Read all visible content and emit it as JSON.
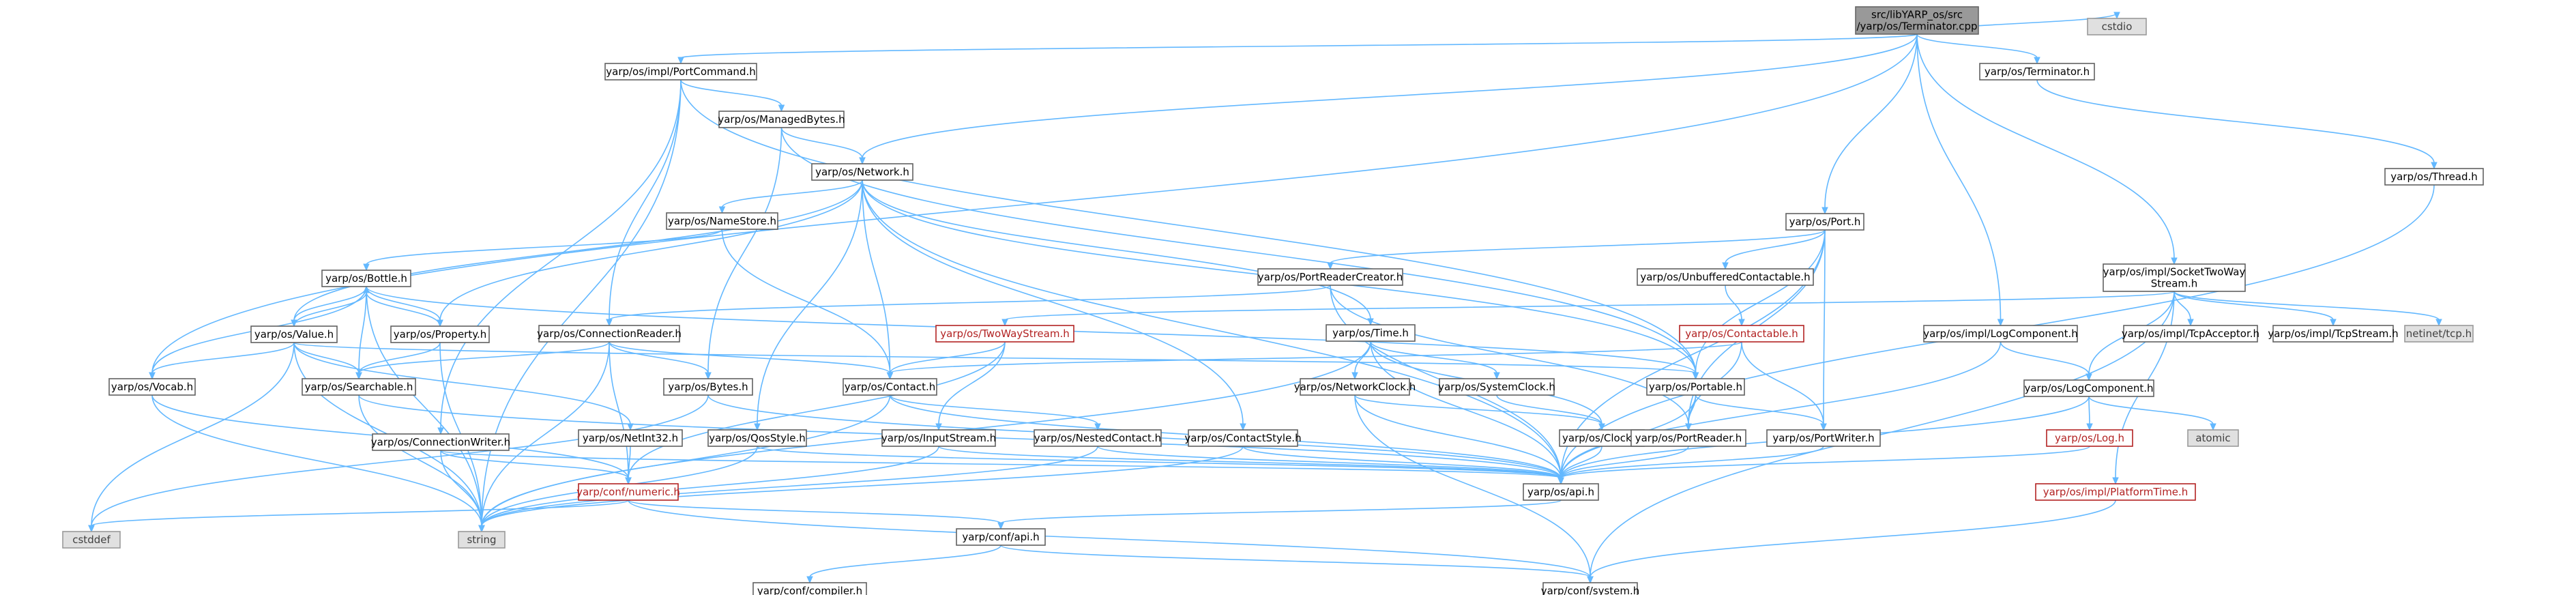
{
  "graph": {
    "nodes": [
      {
        "id": "root",
        "lines": [
          "src/libYARP_os/src",
          "/yarp/os/Terminator.cpp"
        ],
        "style": "root"
      },
      {
        "id": "portcommand",
        "lines": [
          "yarp/os/impl/PortCommand.h"
        ]
      },
      {
        "id": "terminator",
        "lines": [
          "yarp/os/Terminator.h"
        ]
      },
      {
        "id": "cstdio",
        "lines": [
          "cstdio"
        ],
        "style": "ext"
      },
      {
        "id": "managedbytes",
        "lines": [
          "yarp/os/ManagedBytes.h"
        ]
      },
      {
        "id": "thread",
        "lines": [
          "yarp/os/Thread.h"
        ]
      },
      {
        "id": "network",
        "lines": [
          "yarp/os/Network.h"
        ]
      },
      {
        "id": "port",
        "lines": [
          "yarp/os/Port.h"
        ]
      },
      {
        "id": "namestore",
        "lines": [
          "yarp/os/NameStore.h"
        ]
      },
      {
        "id": "unbufferedcontactable",
        "lines": [
          "yarp/os/UnbufferedContactable.h"
        ]
      },
      {
        "id": "socketstream",
        "lines": [
          "yarp/os/impl/SocketTwoWay",
          "Stream.h"
        ]
      },
      {
        "id": "bottle",
        "lines": [
          "yarp/os/Bottle.h"
        ]
      },
      {
        "id": "portreadercreator",
        "lines": [
          "yarp/os/PortReaderCreator.h"
        ]
      },
      {
        "id": "twowaystream",
        "lines": [
          "yarp/os/TwoWayStream.h"
        ],
        "style": "red"
      },
      {
        "id": "contactable",
        "lines": [
          "yarp/os/Contactable.h"
        ],
        "style": "red"
      },
      {
        "id": "implogcomponent",
        "lines": [
          "yarp/os/impl/LogComponent.h"
        ]
      },
      {
        "id": "tcpacceptor",
        "lines": [
          "yarp/os/impl/TcpAcceptor.h"
        ]
      },
      {
        "id": "tcpstream",
        "lines": [
          "yarp/os/impl/TcpStream.h"
        ]
      },
      {
        "id": "netinettcp",
        "lines": [
          "netinet/tcp.h"
        ],
        "style": "ext"
      },
      {
        "id": "value",
        "lines": [
          "yarp/os/Value.h"
        ]
      },
      {
        "id": "property",
        "lines": [
          "yarp/os/Property.h"
        ]
      },
      {
        "id": "connectionreader",
        "lines": [
          "yarp/os/ConnectionReader.h"
        ]
      },
      {
        "id": "time",
        "lines": [
          "yarp/os/Time.h"
        ]
      },
      {
        "id": "logcomponent",
        "lines": [
          "yarp/os/LogComponent.h"
        ]
      },
      {
        "id": "vocab",
        "lines": [
          "yarp/os/Vocab.h"
        ]
      },
      {
        "id": "searchable",
        "lines": [
          "yarp/os/Searchable.h"
        ]
      },
      {
        "id": "bytes",
        "lines": [
          "yarp/os/Bytes.h"
        ]
      },
      {
        "id": "contact",
        "lines": [
          "yarp/os/Contact.h"
        ]
      },
      {
        "id": "networkclock",
        "lines": [
          "yarp/os/NetworkClock.h"
        ]
      },
      {
        "id": "systemclock",
        "lines": [
          "yarp/os/SystemClock.h"
        ]
      },
      {
        "id": "portable",
        "lines": [
          "yarp/os/Portable.h"
        ]
      },
      {
        "id": "atomic",
        "lines": [
          "atomic"
        ],
        "style": "ext"
      },
      {
        "id": "log",
        "lines": [
          "yarp/os/Log.h"
        ],
        "style": "red"
      },
      {
        "id": "connectionwriter",
        "lines": [
          "yarp/os/ConnectionWriter.h"
        ]
      },
      {
        "id": "netint32",
        "lines": [
          "yarp/os/NetInt32.h"
        ]
      },
      {
        "id": "qosstyle",
        "lines": [
          "yarp/os/QosStyle.h"
        ]
      },
      {
        "id": "inputstream",
        "lines": [
          "yarp/os/InputStream.h"
        ]
      },
      {
        "id": "nestedcontact",
        "lines": [
          "yarp/os/NestedContact.h"
        ]
      },
      {
        "id": "contactstyle",
        "lines": [
          "yarp/os/ContactStyle.h"
        ]
      },
      {
        "id": "clock",
        "lines": [
          "yarp/os/Clock.h"
        ]
      },
      {
        "id": "portreader",
        "lines": [
          "yarp/os/PortReader.h"
        ]
      },
      {
        "id": "portwriter",
        "lines": [
          "yarp/os/PortWriter.h"
        ]
      },
      {
        "id": "numeric",
        "lines": [
          "yarp/conf/numeric.h"
        ],
        "style": "red"
      },
      {
        "id": "api",
        "lines": [
          "yarp/os/api.h"
        ]
      },
      {
        "id": "platformtime",
        "lines": [
          "yarp/os/impl/PlatformTime.h"
        ],
        "style": "red"
      },
      {
        "id": "cstddef",
        "lines": [
          "cstddef"
        ],
        "style": "ext"
      },
      {
        "id": "string",
        "lines": [
          "string"
        ],
        "style": "ext"
      },
      {
        "id": "confapi",
        "lines": [
          "yarp/conf/api.h"
        ]
      },
      {
        "id": "compiler",
        "lines": [
          "yarp/conf/compiler.h"
        ]
      },
      {
        "id": "system",
        "lines": [
          "yarp/conf/system.h"
        ]
      }
    ],
    "edges": [
      [
        "root",
        "portcommand"
      ],
      [
        "root",
        "terminator"
      ],
      [
        "root",
        "cstdio"
      ],
      [
        "root",
        "network"
      ],
      [
        "root",
        "port"
      ],
      [
        "root",
        "socketstream"
      ],
      [
        "root",
        "implogcomponent"
      ],
      [
        "root",
        "vocab"
      ],
      [
        "portcommand",
        "managedbytes"
      ],
      [
        "portcommand",
        "connectionreader"
      ],
      [
        "portcommand",
        "connectionwriter"
      ],
      [
        "portcommand",
        "portable"
      ],
      [
        "portcommand",
        "string"
      ],
      [
        "terminator",
        "thread"
      ],
      [
        "managedbytes",
        "network"
      ],
      [
        "managedbytes",
        "bytes"
      ],
      [
        "managedbytes",
        "portable"
      ],
      [
        "thread",
        "api"
      ],
      [
        "network",
        "namestore"
      ],
      [
        "network",
        "value"
      ],
      [
        "network",
        "property"
      ],
      [
        "network",
        "contact"
      ],
      [
        "network",
        "contactstyle"
      ],
      [
        "network",
        "qosstyle"
      ],
      [
        "network",
        "time"
      ],
      [
        "network",
        "portable"
      ],
      [
        "network",
        "api"
      ],
      [
        "port",
        "unbufferedcontactable"
      ],
      [
        "port",
        "portreadercreator"
      ],
      [
        "port",
        "portable"
      ],
      [
        "port",
        "portreader"
      ],
      [
        "port",
        "portwriter"
      ],
      [
        "port",
        "api"
      ],
      [
        "namestore",
        "bottle"
      ],
      [
        "namestore",
        "contact"
      ],
      [
        "unbufferedcontactable",
        "contactable"
      ],
      [
        "socketstream",
        "twowaystream"
      ],
      [
        "socketstream",
        "logcomponent"
      ],
      [
        "socketstream",
        "tcpacceptor"
      ],
      [
        "socketstream",
        "tcpstream"
      ],
      [
        "socketstream",
        "netinettcp"
      ],
      [
        "socketstream",
        "platformtime"
      ],
      [
        "socketstream",
        "system"
      ],
      [
        "bottle",
        "value"
      ],
      [
        "bottle",
        "property"
      ],
      [
        "bottle",
        "searchable"
      ],
      [
        "bottle",
        "vocab"
      ],
      [
        "bottle",
        "portable"
      ],
      [
        "bottle",
        "string"
      ],
      [
        "portreadercreator",
        "connectionreader"
      ],
      [
        "portreadercreator",
        "portreader"
      ],
      [
        "portreadercreator",
        "api"
      ],
      [
        "twowaystream",
        "contact"
      ],
      [
        "twowaystream",
        "inputstream"
      ],
      [
        "twowaystream",
        "numeric"
      ],
      [
        "contactable",
        "contact"
      ],
      [
        "contactable",
        "portreader"
      ],
      [
        "contactable",
        "portwriter"
      ],
      [
        "implogcomponent",
        "logcomponent"
      ],
      [
        "implogcomponent",
        "api"
      ],
      [
        "value",
        "bottle"
      ],
      [
        "value",
        "searchable"
      ],
      [
        "value",
        "vocab"
      ],
      [
        "value",
        "portable"
      ],
      [
        "value",
        "netint32"
      ],
      [
        "value",
        "string"
      ],
      [
        "value",
        "cstddef"
      ],
      [
        "property",
        "bottle"
      ],
      [
        "property",
        "searchable"
      ],
      [
        "property",
        "string"
      ],
      [
        "connectionreader",
        "bytes"
      ],
      [
        "connectionreader",
        "searchable"
      ],
      [
        "connectionreader",
        "contact"
      ],
      [
        "connectionreader",
        "numeric"
      ],
      [
        "connectionreader",
        "string"
      ],
      [
        "time",
        "networkclock"
      ],
      [
        "time",
        "systemclock"
      ],
      [
        "time",
        "clock"
      ],
      [
        "time",
        "api"
      ],
      [
        "time",
        "string"
      ],
      [
        "logcomponent",
        "log"
      ],
      [
        "logcomponent",
        "atomic"
      ],
      [
        "logcomponent",
        "api"
      ],
      [
        "vocab",
        "string"
      ],
      [
        "vocab",
        "numeric"
      ],
      [
        "searchable",
        "api"
      ],
      [
        "searchable",
        "string"
      ],
      [
        "bytes",
        "api"
      ],
      [
        "bytes",
        "cstddef"
      ],
      [
        "contact",
        "nestedcontact"
      ],
      [
        "contact",
        "api"
      ],
      [
        "contact",
        "string"
      ],
      [
        "networkclock",
        "clock"
      ],
      [
        "networkclock",
        "api"
      ],
      [
        "networkclock",
        "system"
      ],
      [
        "systemclock",
        "clock"
      ],
      [
        "portable",
        "portreader"
      ],
      [
        "portable",
        "portwriter"
      ],
      [
        "portable",
        "api"
      ],
      [
        "log",
        "api"
      ],
      [
        "connectionwriter",
        "api"
      ],
      [
        "connectionwriter",
        "numeric"
      ],
      [
        "connectionwriter",
        "string"
      ],
      [
        "netint32",
        "numeric"
      ],
      [
        "qosstyle",
        "api"
      ],
      [
        "qosstyle",
        "string"
      ],
      [
        "inputstream",
        "api"
      ],
      [
        "inputstream",
        "string"
      ],
      [
        "nestedcontact",
        "api"
      ],
      [
        "nestedcontact",
        "string"
      ],
      [
        "contactstyle",
        "api"
      ],
      [
        "contactstyle",
        "string"
      ],
      [
        "clock",
        "api"
      ],
      [
        "portreader",
        "api"
      ],
      [
        "portwriter",
        "api"
      ],
      [
        "numeric",
        "confapi"
      ],
      [
        "numeric",
        "cstddef"
      ],
      [
        "numeric",
        "system"
      ],
      [
        "api",
        "confapi"
      ],
      [
        "platformtime",
        "system"
      ],
      [
        "confapi",
        "compiler"
      ],
      [
        "confapi",
        "system"
      ]
    ]
  }
}
